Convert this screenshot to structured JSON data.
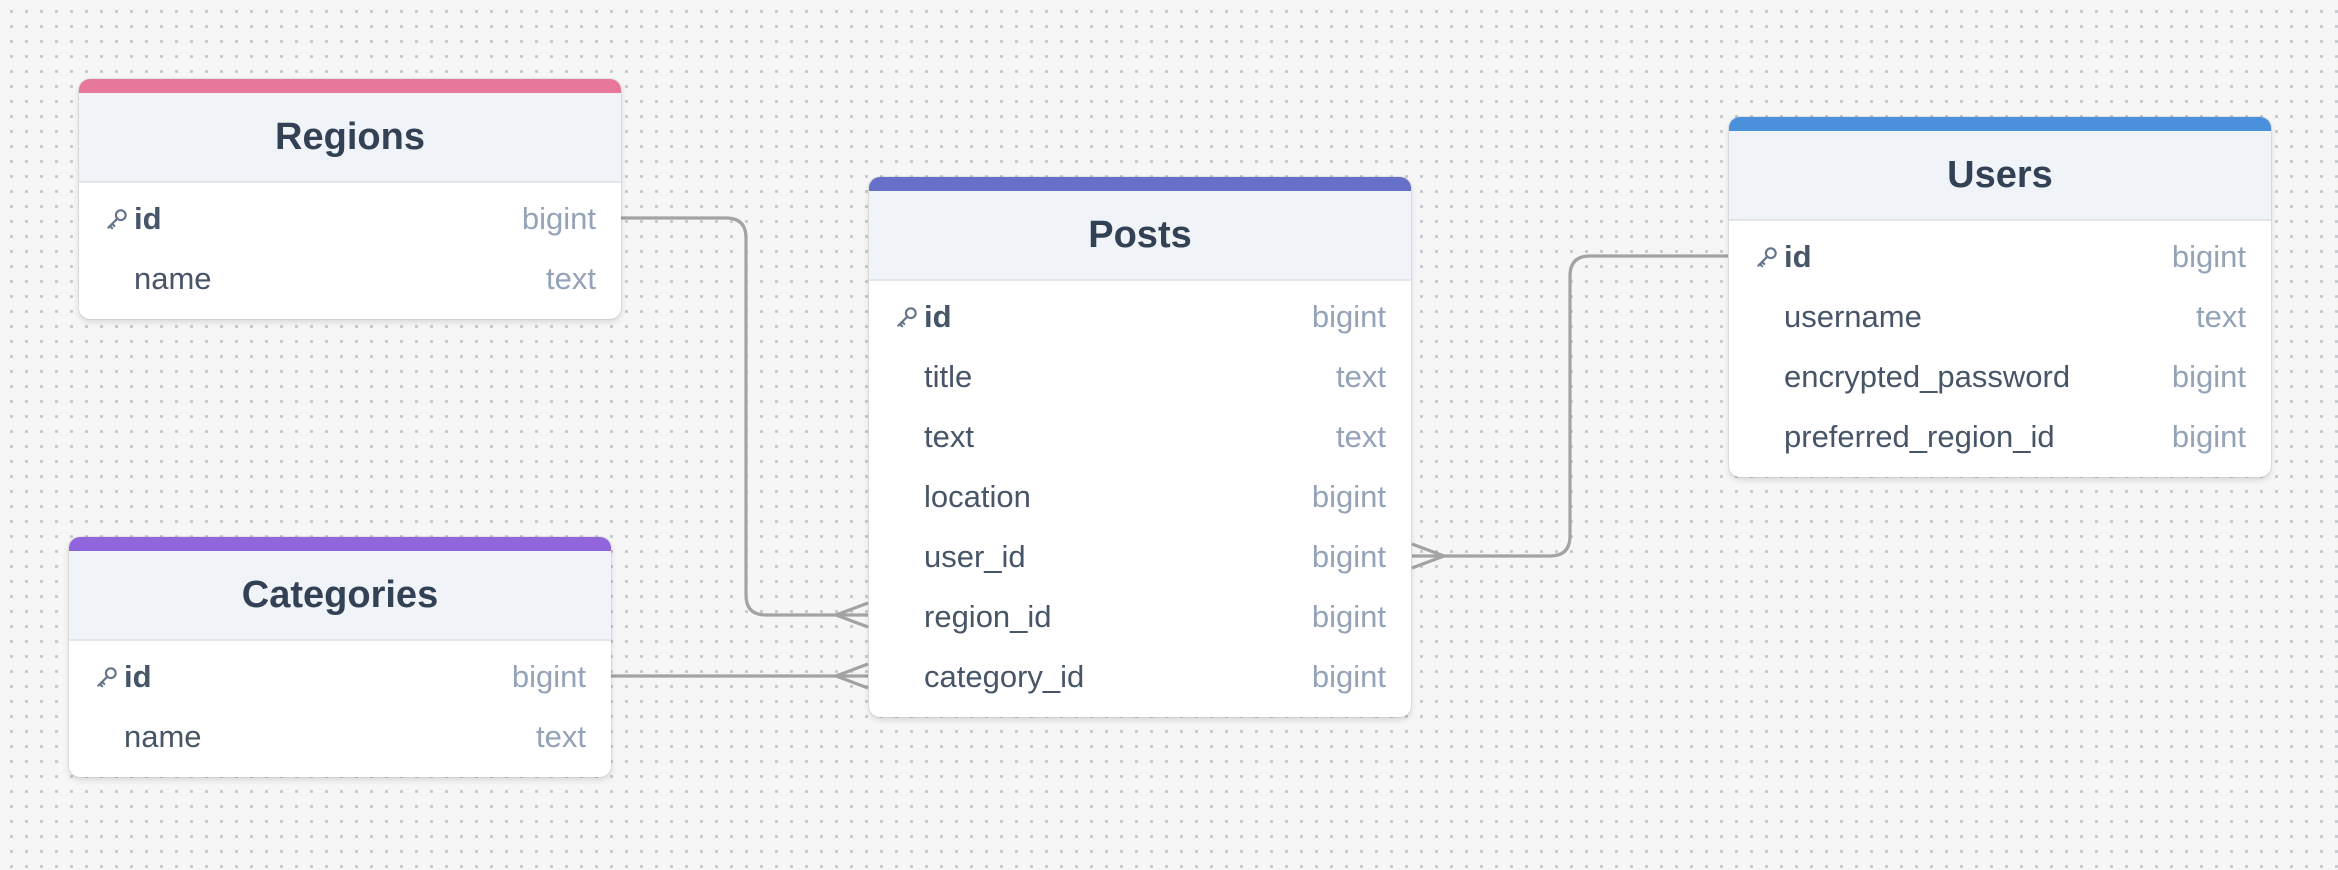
{
  "diagram": {
    "tables": [
      {
        "id": "regions",
        "title": "Regions",
        "color": "#e8789a",
        "columns": [
          {
            "name": "id",
            "type": "bigint",
            "pk": true
          },
          {
            "name": "name",
            "type": "text",
            "pk": false
          }
        ]
      },
      {
        "id": "categories",
        "title": "Categories",
        "color": "#9166dc",
        "columns": [
          {
            "name": "id",
            "type": "bigint",
            "pk": true
          },
          {
            "name": "name",
            "type": "text",
            "pk": false
          }
        ]
      },
      {
        "id": "posts",
        "title": "Posts",
        "color": "#6670c8",
        "columns": [
          {
            "name": "id",
            "type": "bigint",
            "pk": true
          },
          {
            "name": "title",
            "type": "text",
            "pk": false
          },
          {
            "name": "text",
            "type": "text",
            "pk": false
          },
          {
            "name": "location",
            "type": "bigint",
            "pk": false
          },
          {
            "name": "user_id",
            "type": "bigint",
            "pk": false
          },
          {
            "name": "region_id",
            "type": "bigint",
            "pk": false
          },
          {
            "name": "category_id",
            "type": "bigint",
            "pk": false
          }
        ]
      },
      {
        "id": "users",
        "title": "Users",
        "color": "#4a90da",
        "columns": [
          {
            "name": "id",
            "type": "bigint",
            "pk": true
          },
          {
            "name": "username",
            "type": "text",
            "pk": false
          },
          {
            "name": "encrypted_password",
            "type": "bigint",
            "pk": false
          },
          {
            "name": "preferred_region_id",
            "type": "bigint",
            "pk": false
          }
        ]
      }
    ],
    "relationships": [
      {
        "from_table": "regions",
        "from_column": "id",
        "to_table": "posts",
        "to_column": "region_id",
        "cardinality": "one-to-many"
      },
      {
        "from_table": "categories",
        "from_column": "id",
        "to_table": "posts",
        "to_column": "category_id",
        "cardinality": "one-to-many"
      },
      {
        "from_table": "users",
        "from_column": "id",
        "to_table": "posts",
        "to_column": "user_id",
        "cardinality": "one-to-many"
      }
    ],
    "icons": {
      "primary_key": "key-icon"
    },
    "edge_color": "#a3a3a3"
  }
}
